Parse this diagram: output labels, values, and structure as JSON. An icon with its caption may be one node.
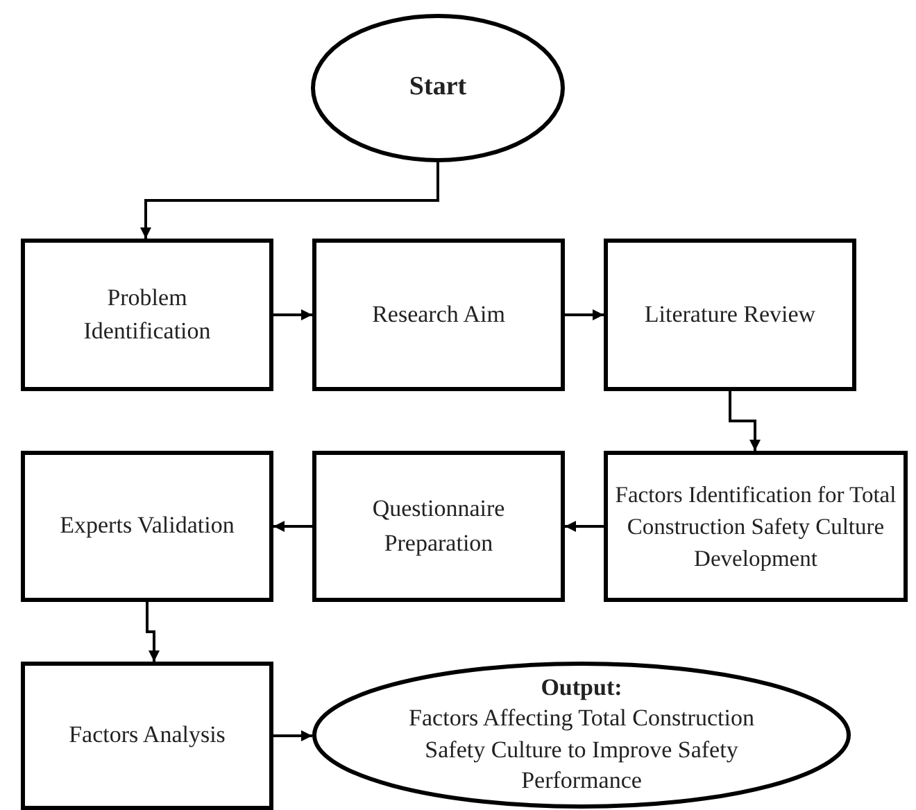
{
  "diagram": {
    "nodes": [
      {
        "text": [
          "Start"
        ]
      },
      {
        "text": [
          "Problem Identification"
        ]
      },
      {
        "text": [
          "Research Aim"
        ]
      },
      {
        "text": [
          "Literature Review"
        ]
      },
      {
        "text": [
          "Factors Identification for Total Construction Safety Culture Development"
        ]
      },
      {
        "text": [
          "Questionnaire Preparation"
        ]
      },
      {
        "text": [
          "Experts Validation"
        ]
      },
      {
        "text": [
          "Factors Analysis"
        ]
      },
      {
        "text": [
          "Output:",
          "Factors Affecting Total Construction Safety Culture to Improve Safety Performance"
        ]
      }
    ],
    "edges": [
      {
        "from": 0,
        "to": 1,
        "arrow": "to"
      },
      {
        "from": 1,
        "to": 2,
        "arrow": "to"
      },
      {
        "from": 2,
        "to": 3,
        "arrow": "to"
      },
      {
        "from": 3,
        "to": 4,
        "arrow": "to"
      },
      {
        "from": 4,
        "to": 5,
        "arrow": "to"
      },
      {
        "from": 5,
        "to": 6,
        "arrow": "to"
      },
      {
        "from": 6,
        "to": 7,
        "arrow": "to"
      },
      {
        "from": 7,
        "to": 8,
        "arrow": "to"
      }
    ]
  }
}
